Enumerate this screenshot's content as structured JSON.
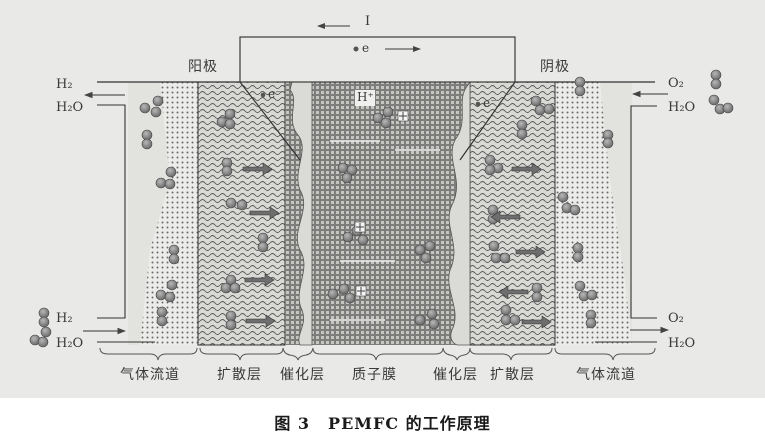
{
  "figure": {
    "caption": {
      "prefix": "图 3",
      "title": "PEMFC 的工作原理"
    },
    "external_circuit": {
      "current_label": "I",
      "current_direction": "left",
      "electron_label": "e",
      "electron_direction": "right"
    },
    "electrodes": {
      "anode_label": "阳极",
      "cathode_label": "阴极"
    },
    "anode_side": {
      "outlet_top": [
        "H₂",
        "H₂O"
      ],
      "inlet_bottom": [
        "H₂",
        "H₂O"
      ],
      "electron_label": "e⁻"
    },
    "membrane": {
      "proton_label": "H⁺"
    },
    "cathode_side": {
      "inlet_top": [
        "O₂",
        "H₂O"
      ],
      "outlet_bottom": [
        "O₂",
        "H₂O"
      ],
      "electron_label": "e⁻"
    },
    "layers": [
      {
        "label": "气体流道",
        "side": "anode"
      },
      {
        "label": "扩散层",
        "side": "anode"
      },
      {
        "label": "催化层",
        "side": "anode"
      },
      {
        "label": "质子膜",
        "side": "center"
      },
      {
        "label": "催化层",
        "side": "cathode"
      },
      {
        "label": "扩散层",
        "side": "cathode"
      },
      {
        "label": "气体流道",
        "side": "cathode"
      }
    ],
    "colors": {
      "background": "#e9e9e7",
      "line": "#3a3a3a",
      "molecule": "#8a8a8a",
      "membrane": "#9a9a9a",
      "catalyst": "#d8d8d8"
    }
  }
}
